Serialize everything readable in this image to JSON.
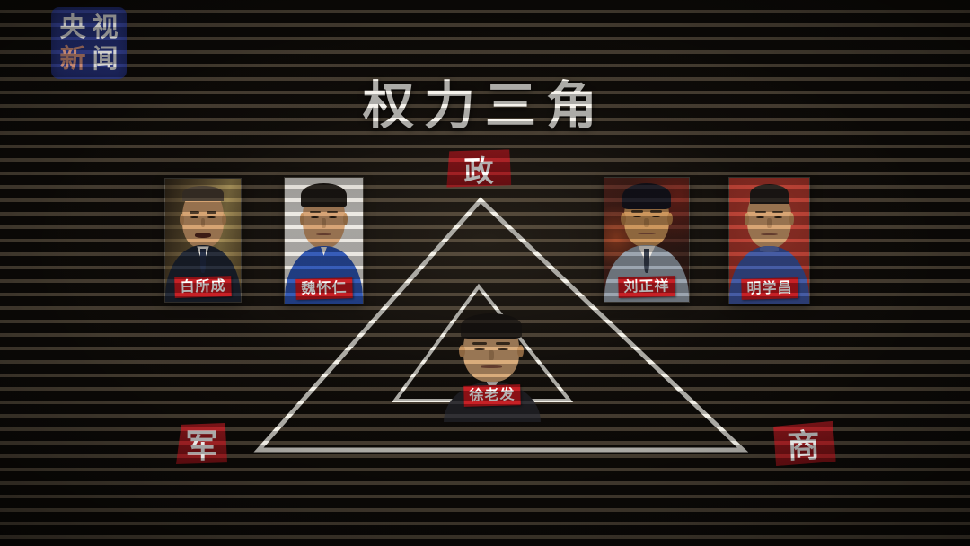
{
  "brand": {
    "name": "央视新闻",
    "chars": [
      "央",
      "视",
      "新",
      "闻"
    ],
    "bg_color": "#2b3a94",
    "text_color": "#ffffff",
    "accent_char_color": "#f2a58c"
  },
  "title": {
    "text": "权力三角",
    "color": "#f5f3ee"
  },
  "diagram": {
    "type": "nested-triangles",
    "line_color": "#f3f1ea",
    "banner_color": "#a3161b",
    "vertices": [
      {
        "position": "top",
        "label": "政"
      },
      {
        "position": "bottom-left",
        "label": "军"
      },
      {
        "position": "bottom-right",
        "label": "商"
      }
    ]
  },
  "people": [
    {
      "name": "白所成",
      "position": "outer-left-1"
    },
    {
      "name": "魏怀仁",
      "position": "outer-left-2"
    },
    {
      "name": "刘正祥",
      "position": "outer-right-1"
    },
    {
      "name": "明学昌",
      "position": "outer-right-2"
    },
    {
      "name": "徐老发",
      "position": "center-inner-triangle"
    }
  ],
  "name_tag_color": "#c4161d"
}
